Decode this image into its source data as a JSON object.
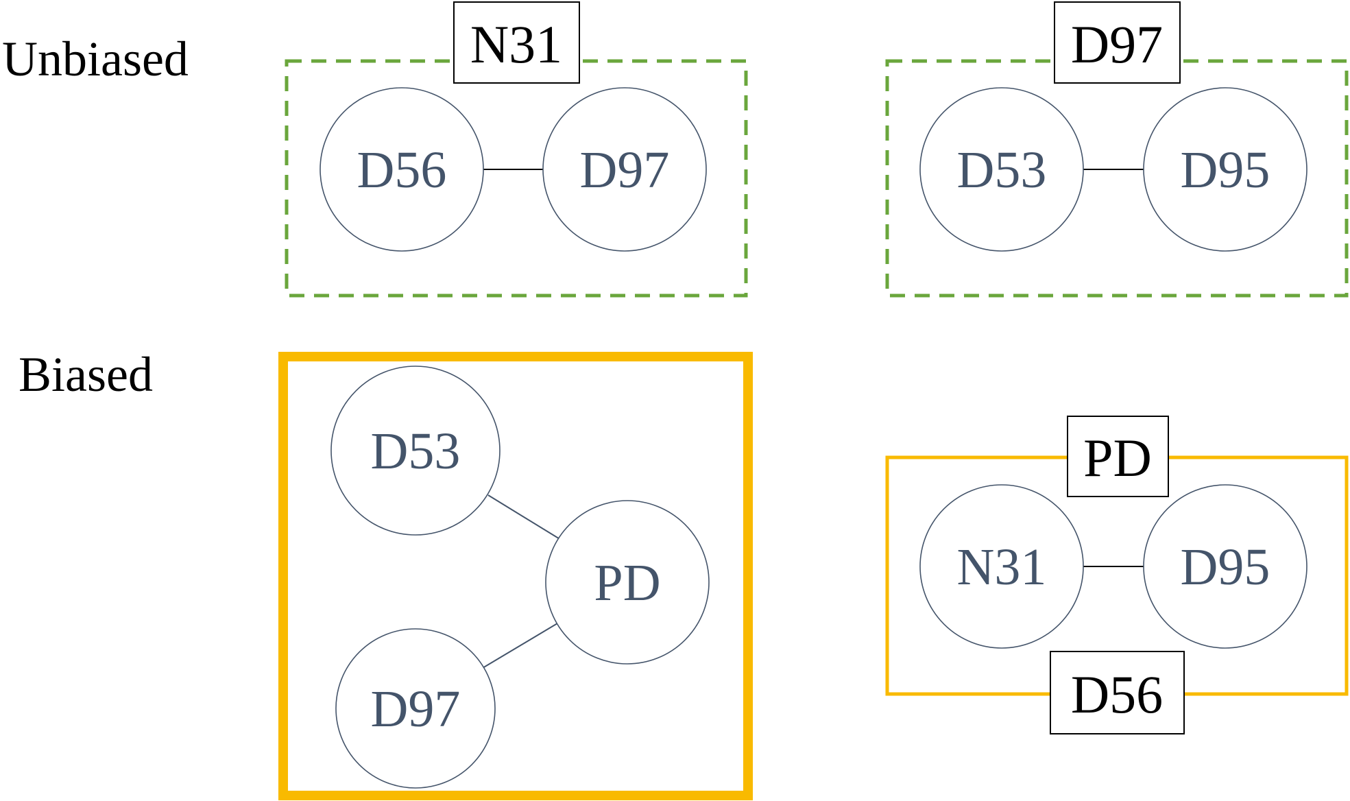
{
  "colors": {
    "unbiased_border": "#6aa63c",
    "biased_border": "#f9ba00",
    "node_stroke": "#44546a",
    "node_text": "#44546a",
    "edge": "#000000",
    "edge_slanted": "#44546a"
  },
  "rows": {
    "unbiased_label": "Unbiased",
    "biased_label": "Biased"
  },
  "panels": {
    "unbiased_left": {
      "top_tag": "N31",
      "node_a": "D56",
      "node_b": "D97"
    },
    "unbiased_right": {
      "top_tag": "D97",
      "node_a": "D53",
      "node_b": "D95"
    },
    "biased_left": {
      "node_top": "D53",
      "node_center": "PD",
      "node_bottom": "D97"
    },
    "biased_right": {
      "top_tag": "PD",
      "bottom_tag": "D56",
      "node_a": "N31",
      "node_b": "D95"
    }
  }
}
